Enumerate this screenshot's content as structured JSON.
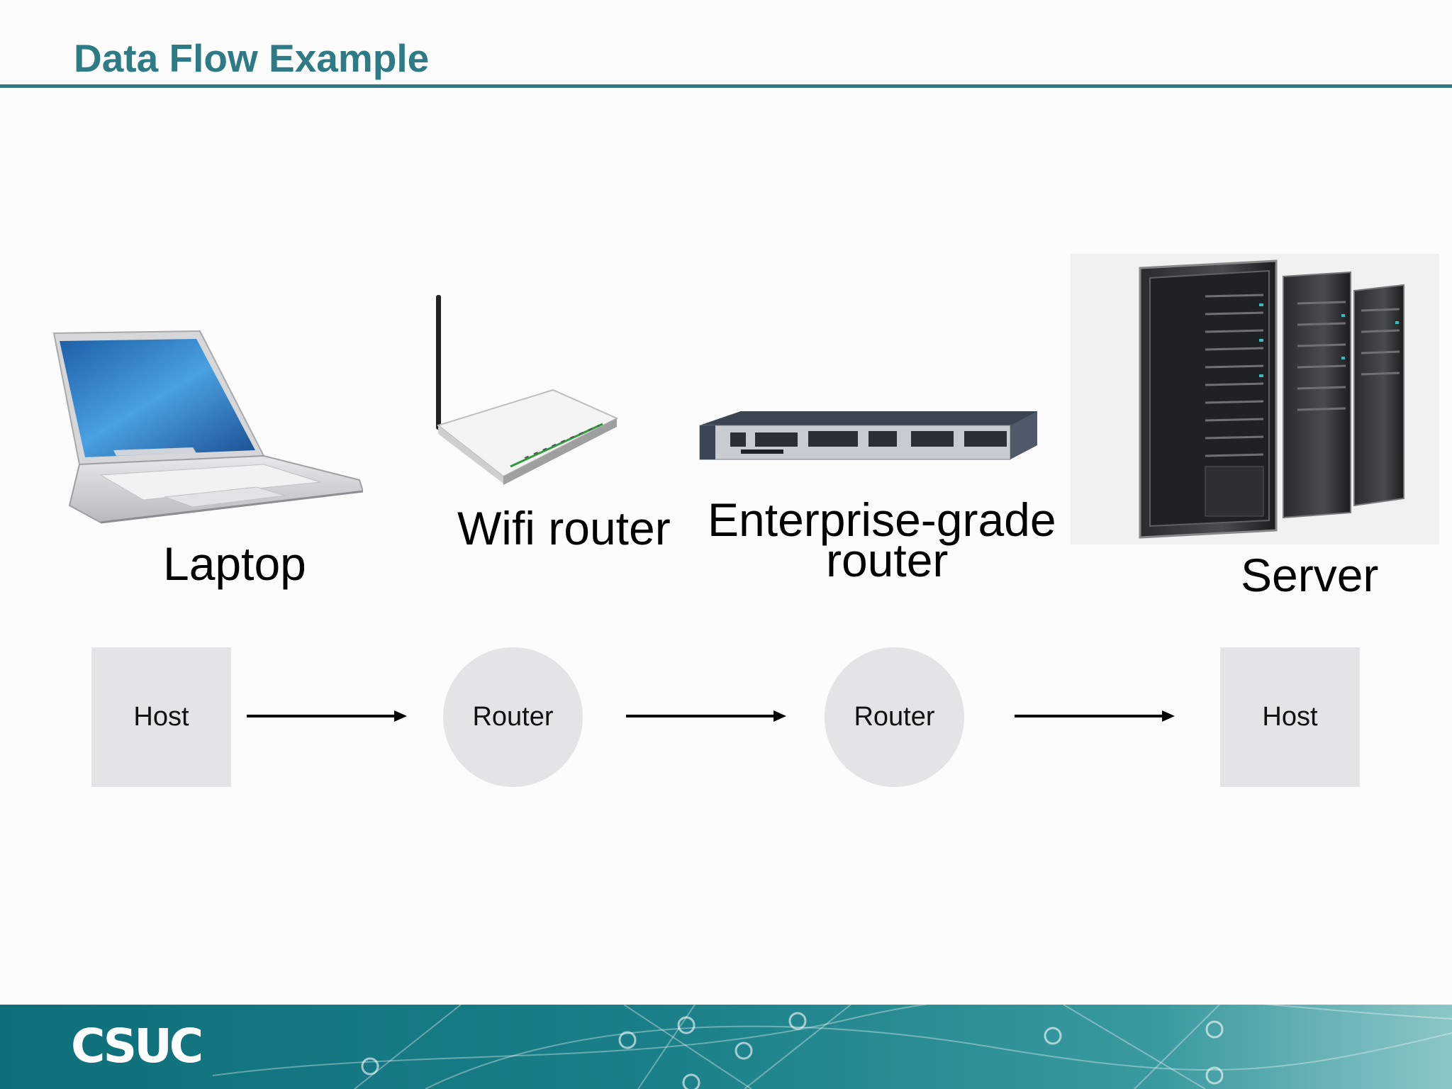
{
  "slide": {
    "title": "Data Flow Example"
  },
  "devices": [
    {
      "label": "Laptop",
      "icon": "laptop-icon"
    },
    {
      "label": "Wifi router",
      "icon": "wifi-router-icon"
    },
    {
      "label_line1": "Enterprise-grade",
      "label_line2": "router",
      "icon": "enterprise-router-icon"
    },
    {
      "label": "Server",
      "icon": "server-rack-icon"
    }
  ],
  "flow": {
    "nodes": [
      {
        "label": "Host",
        "shape": "square"
      },
      {
        "label": "Router",
        "shape": "circle"
      },
      {
        "label": "Router",
        "shape": "circle"
      },
      {
        "label": "Host",
        "shape": "square"
      }
    ],
    "node_color": "#e4e3e5",
    "arrow_color": "#000000"
  },
  "footer": {
    "logo": "CSUC",
    "colors": {
      "start": "#0e6f7a",
      "end": "#8cc6c6"
    }
  },
  "colors": {
    "accent": "#2e7b86"
  }
}
